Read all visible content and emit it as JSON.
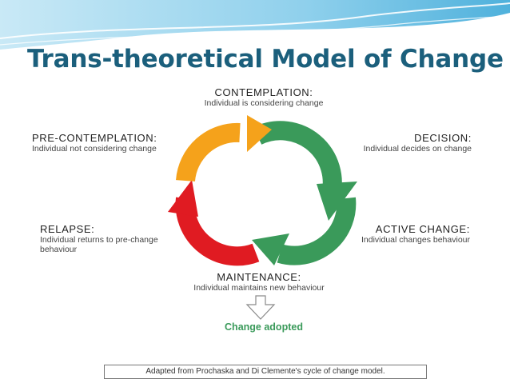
{
  "title": "Trans-theoretical Model of Change",
  "stages": {
    "contemplation": {
      "name": "CONTEMPLATION:",
      "desc": "Individual is considering change"
    },
    "decision": {
      "name": "DECISION:",
      "desc": "Individual decides on change"
    },
    "active_change": {
      "name": "ACTIVE CHANGE:",
      "desc": "Individual changes behaviour"
    },
    "maintenance": {
      "name": "MAINTENANCE:",
      "desc": "Individual maintains new behaviour"
    },
    "relapse": {
      "name": "RELAPSE:",
      "desc1": "Individual returns to pre-change",
      "desc2": "behaviour"
    },
    "precontemplation": {
      "name": "PRE-CONTEMPLATION:",
      "desc": "Individual not considering change"
    }
  },
  "outcome": "Change adopted",
  "citation": "Adapted from Prochaska and Di Clemente's cycle of change model.",
  "colors": {
    "title": "#1b5f7c",
    "orange": "#f5a21b",
    "green": "#3a9a5a",
    "red": "#e01b22",
    "banner": "#5fb3d8"
  }
}
